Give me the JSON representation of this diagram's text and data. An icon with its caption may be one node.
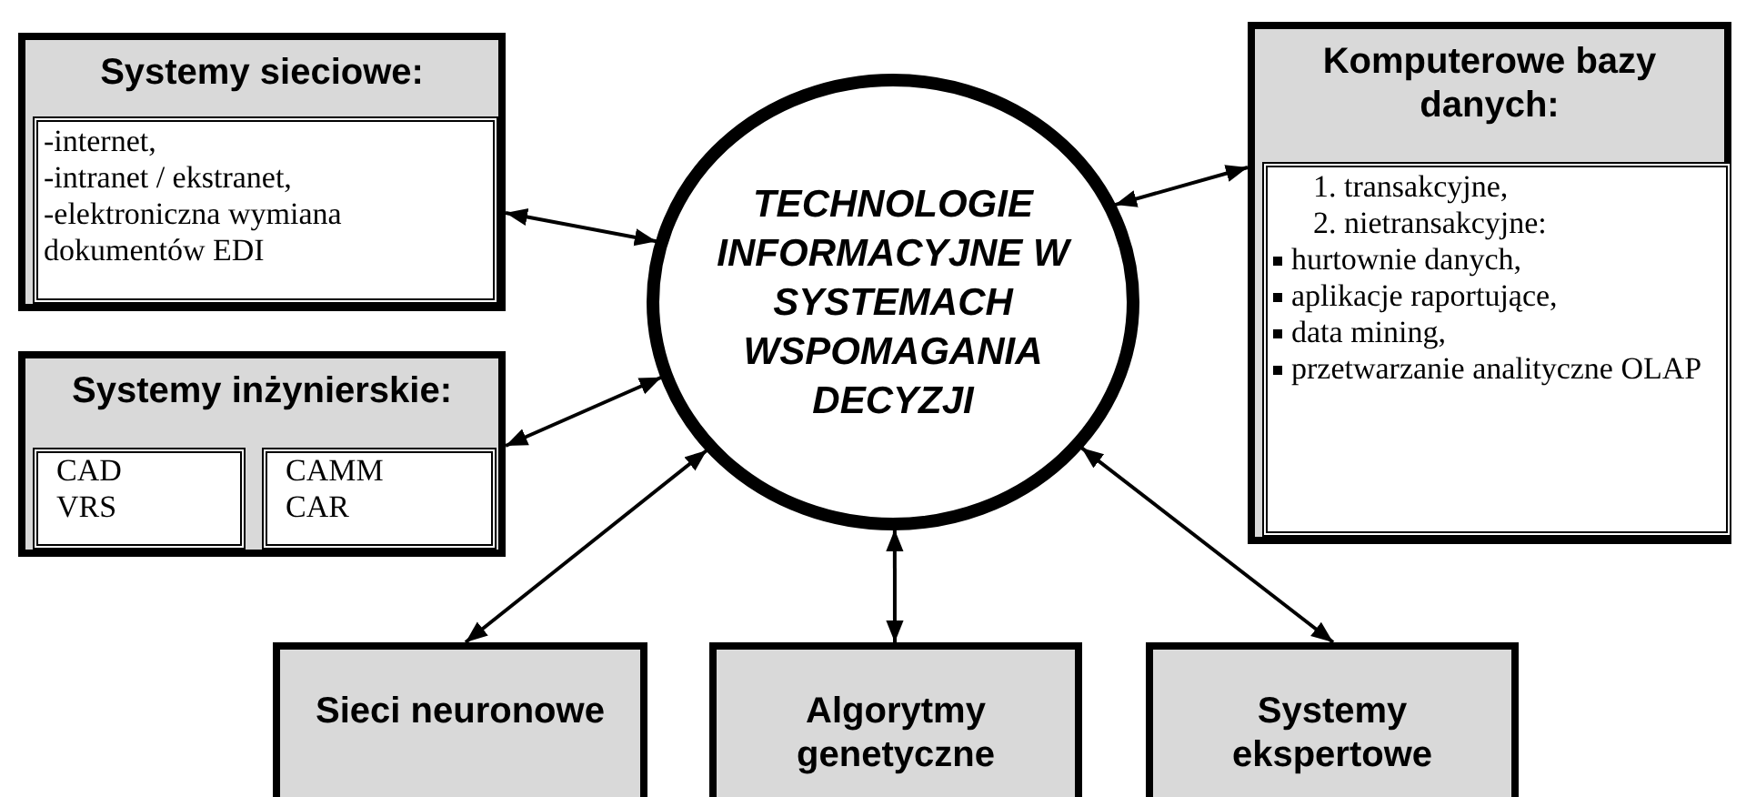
{
  "diagram": {
    "nodes": [
      {
        "text": [
          "Systemy sieciowe:"
        ]
      },
      {
        "text": [
          "-internet,",
          "-intranet / ekstranet,",
          "-elektroniczna wymiana dokumentów EDI"
        ],
        "in": 0
      },
      {
        "text": [
          "Systemy inżynierskie:"
        ]
      },
      {
        "text": [
          "CAD",
          "VRS"
        ],
        "in": 2
      },
      {
        "text": [
          "CAMM",
          "CAR"
        ],
        "in": 2
      },
      {
        "text": [
          "TECHNOLOGIE INFORMACYJNE W SYSTEMACH WSPOMAGANIA DECYZJI"
        ]
      },
      {
        "text": [
          "Komputerowe bazy danych:"
        ]
      },
      {
        "text": [
          "1. transakcyjne,",
          "2. nietransakcyjne:",
          "hurtownie danych,",
          "aplikacje raportujące,",
          "data mining,",
          "przetwarzanie analityczne OLAP"
        ],
        "in": 6
      },
      {
        "text": [
          "Sieci neuronowe"
        ]
      },
      {
        "text": [
          "Algorytmy genetyczne"
        ]
      },
      {
        "text": [
          "Systemy ekspertowe"
        ]
      }
    ],
    "edges": [
      {
        "from": 5,
        "to": 0,
        "arrow": "both"
      },
      {
        "from": 5,
        "to": 2,
        "arrow": "both"
      },
      {
        "from": 5,
        "to": 6,
        "arrow": "both"
      },
      {
        "from": 5,
        "to": 8,
        "arrow": "both"
      },
      {
        "from": 5,
        "to": 9,
        "arrow": "both"
      },
      {
        "from": 5,
        "to": 10,
        "arrow": "both"
      }
    ]
  }
}
